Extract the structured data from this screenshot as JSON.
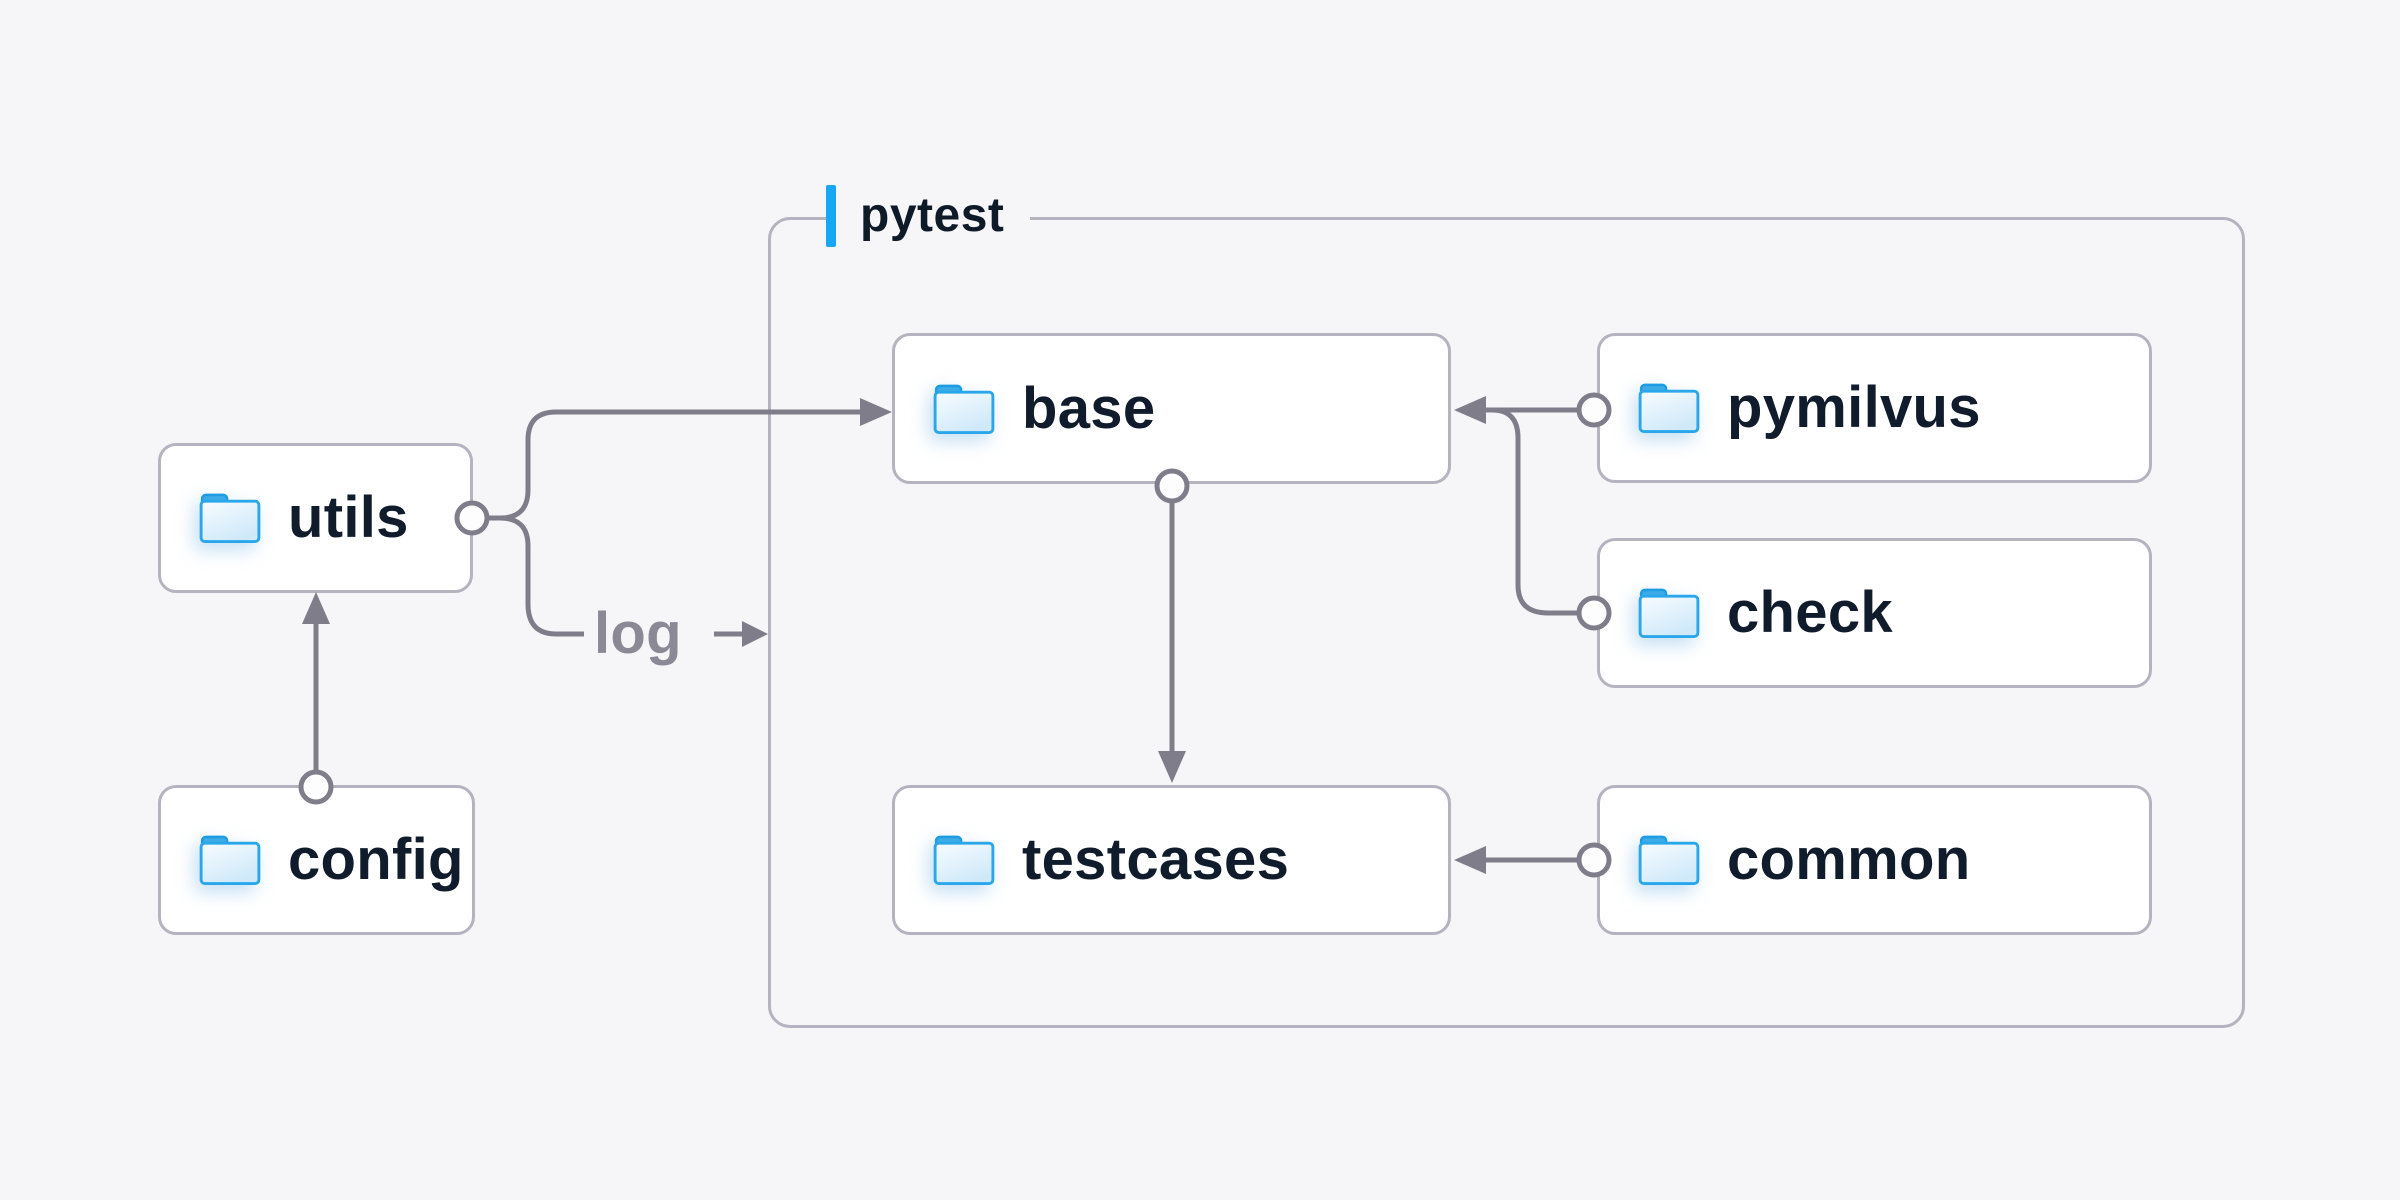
{
  "diagram": {
    "title_group": {
      "label": "pytest"
    },
    "nodes": {
      "utils": {
        "label": "utils",
        "icon": "folder-icon"
      },
      "config": {
        "label": "config",
        "icon": "folder-icon"
      },
      "base": {
        "label": "base",
        "icon": "folder-icon"
      },
      "pymilvus": {
        "label": "pymilvus",
        "icon": "folder-icon"
      },
      "check": {
        "label": "check",
        "icon": "folder-icon"
      },
      "testcases": {
        "label": "testcases",
        "icon": "folder-icon"
      },
      "common": {
        "label": "common",
        "icon": "folder-icon"
      }
    },
    "edge_label": "log",
    "edges": [
      {
        "from": "config",
        "to": "utils",
        "type": "arrow"
      },
      {
        "from": "utils",
        "to": "base",
        "type": "arrow"
      },
      {
        "from": "utils",
        "to": "pytest-group",
        "type": "arrow",
        "label": "log"
      },
      {
        "from": "pymilvus",
        "to": "base",
        "type": "arrow"
      },
      {
        "from": "check",
        "to": "base",
        "type": "arrow"
      },
      {
        "from": "base",
        "to": "testcases",
        "type": "arrow"
      },
      {
        "from": "common",
        "to": "testcases",
        "type": "arrow"
      }
    ],
    "colors": {
      "background": "#f6f6f8",
      "node_fill": "#ffffff",
      "node_border": "#b4b3bf",
      "node_text": "#101b2b",
      "connector": "#7f7d8a",
      "accent_blue": "#18a7f2",
      "folder_blue": "#29a7ea",
      "edge_label_gray": "#8b8995"
    }
  }
}
